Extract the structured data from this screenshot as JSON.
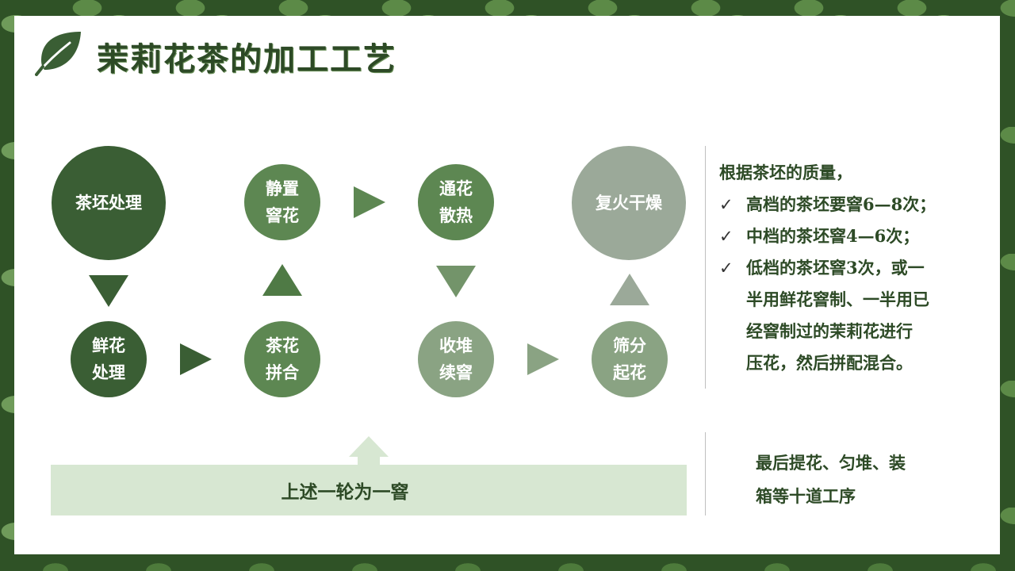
{
  "title": "茉莉花茶的加工工艺",
  "colors": {
    "dark_green": "#3a5e34",
    "mid_green": "#5d8752",
    "light_green": "#8aa383",
    "pale_gray_green": "#9ba999",
    "band": "#d7e7d2"
  },
  "steps": {
    "s1": {
      "line1": "茶坯处理"
    },
    "s2": {
      "line1": "鲜花",
      "line2": "处理"
    },
    "s3": {
      "line1": "茶花",
      "line2": "拼合"
    },
    "s4": {
      "line1": "静置",
      "line2": "窨花"
    },
    "s5": {
      "line1": "通花",
      "line2": "散热"
    },
    "s6": {
      "line1": "收堆",
      "line2": "续窨"
    },
    "s7": {
      "line1": "筛分",
      "line2": "起花"
    },
    "s8": {
      "line1": "复火干燥"
    }
  },
  "band_label": "上述一轮为一窨",
  "notes": {
    "intro": "根据茶坯的质量，",
    "items": [
      {
        "lines": [
          "高档的茶坯要窨6—8次；"
        ]
      },
      {
        "lines": [
          "中档的茶坯窨4—6次；"
        ]
      },
      {
        "lines": [
          "低档的茶坯窨3次，或一",
          "半用鲜花窨制、一半用已",
          "经窨制过的茉莉花进行",
          "压花，然后拼配混合。"
        ]
      }
    ]
  },
  "final_note": {
    "line1": "最后提花、匀堆、装",
    "line2": "箱等十道工序"
  }
}
